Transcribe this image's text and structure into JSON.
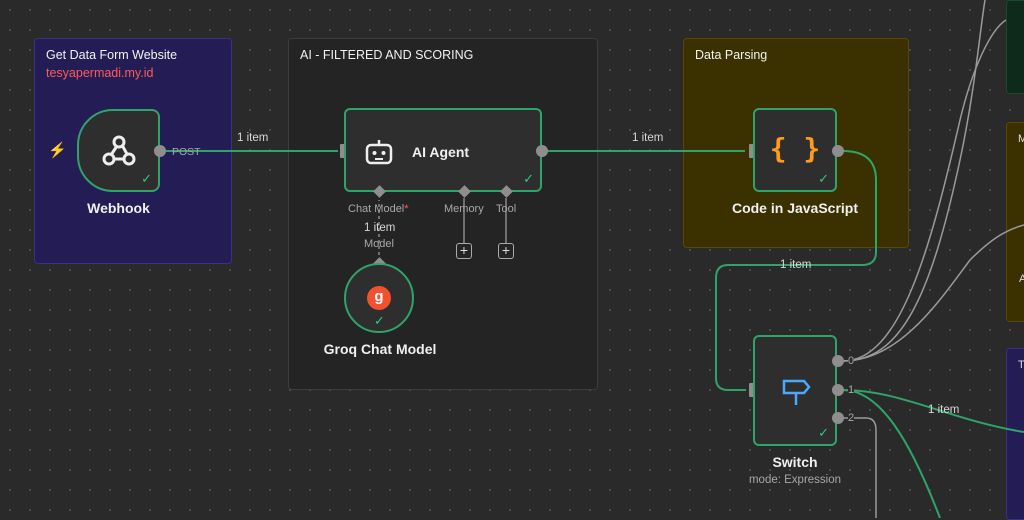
{
  "stickies": {
    "webhook": {
      "title": "Get Data Form Website",
      "subtitle": "tesyapermadi.my.id"
    },
    "ai": {
      "title": "AI - FILTERED AND SCORING"
    },
    "parsing": {
      "title": "Data Parsing"
    }
  },
  "nodes": {
    "webhook": {
      "label": "Webhook",
      "output_label": "POST",
      "icon": "webhook-icon",
      "trigger_icon": "lightning-icon"
    },
    "ai_agent": {
      "label": "AI Agent",
      "icon": "robot-icon",
      "chat_model_label": "Chat Model",
      "required_marker": "*",
      "memory_label": "Memory",
      "tool_label": "Tool"
    },
    "groq": {
      "label": "Groq Chat Model",
      "icon": "groq-icon",
      "icon_text": "g",
      "input_label": "Model"
    },
    "code": {
      "label": "Code in JavaScript",
      "icon": "code-braces-icon",
      "icon_text": "{ }"
    },
    "switch": {
      "label": "Switch",
      "sublabel": "mode: Expression",
      "icon": "signpost-icon",
      "outputs": [
        "0",
        "1",
        "2"
      ]
    }
  },
  "connections": {
    "webhook_to_agent": "1 item",
    "agent_to_code": "1 item",
    "groq_to_agent": "1 item",
    "code_to_switch": "1 item",
    "switch_out1": "1 item"
  },
  "edge_stickies": {
    "right_mid_letter": "M",
    "right_mid_letter2": "A",
    "right_bottom_letter": "T"
  },
  "colors": {
    "success": "#2fa36a",
    "canvas": "#2a2a2a",
    "webhook_sticky": "#241d55",
    "parsing_sticky": "#3a3000",
    "link_text": "#ff5a5a",
    "code_icon": "#ff9b1a",
    "switch_icon": "#4aa8ff"
  }
}
